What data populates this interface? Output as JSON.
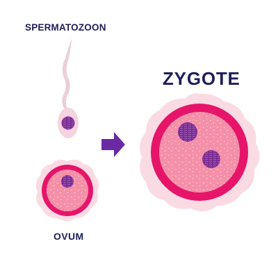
{
  "labels": {
    "spermatozoon": "SPERMATOZOON",
    "ovum": "OVUM",
    "zygote": "ZYGOTE"
  },
  "colors": {
    "label_text": "#1e1e5a",
    "outer_halo": "#fadbe4",
    "membrane": "#e6156a",
    "cytoplasm": "#f48fa8",
    "nucleus": "#7b2b91",
    "arrow": "#6a2aa6",
    "sperm_tail": "#ecd0da",
    "sperm_head": "#f5d3df"
  },
  "icons": {
    "arrow": "right-arrow-icon"
  }
}
